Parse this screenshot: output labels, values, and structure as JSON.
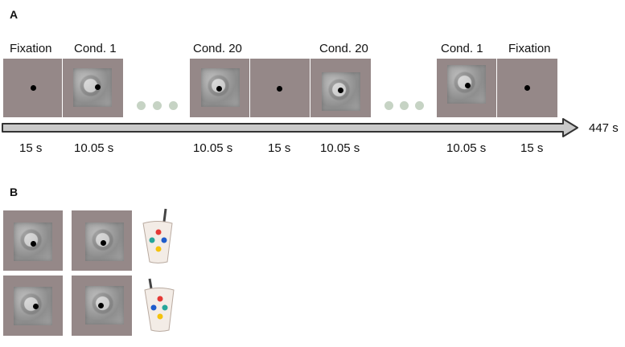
{
  "panel_a": {
    "letter": "A",
    "labels": {
      "fixation_start": "Fixation",
      "cond1_start": "Cond. 1",
      "cond20_a": "Cond. 20",
      "cond20_b": "Cond. 20",
      "cond1_end": "Cond. 1",
      "fixation_end": "Fixation"
    },
    "durations": {
      "d1": "15 s",
      "d2": "10.05 s",
      "d3": "10.05 s",
      "d4": "15 s",
      "d5": "10.05 s",
      "d6": "10.05 s",
      "d7": "15 s"
    },
    "total": "447 s"
  },
  "panel_b": {
    "letter": "B"
  },
  "colors": {
    "frame": "#958888",
    "arrow_fill": "#c9c9c9",
    "ellipsis": "#c6d3c4",
    "button_red": "#e53935",
    "button_green": "#26a69a",
    "button_blue": "#1e5ccc",
    "button_yellow": "#f4c20d"
  }
}
